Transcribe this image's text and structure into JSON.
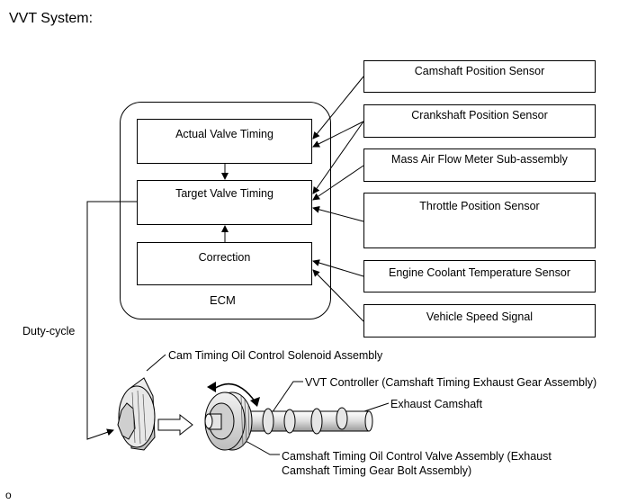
{
  "title": "VVT System:",
  "ecm": {
    "label": "ECM",
    "blocks": {
      "actual": "Actual Valve Timing",
      "target": "Target Valve Timing",
      "correction": "Correction"
    }
  },
  "sensors": {
    "camshaft_position": "Camshaft Position Sensor",
    "crankshaft_position": "Crankshaft Position Sensor",
    "maf": "Mass Air Flow Meter Sub-assembly",
    "throttle_position": "Throttle Position Sensor",
    "coolant_temp": "Engine Coolant Temperature Sensor",
    "vehicle_speed": "Vehicle Speed Signal"
  },
  "duty_cycle": "Duty-cycle",
  "components": {
    "solenoid": "Cam Timing Oil Control Solenoid Assembly",
    "vvt_controller": "VVT Controller (Camshaft Timing Exhaust Gear Assembly)",
    "exhaust_camshaft": "Exhaust Camshaft",
    "ocv_line1": "Camshaft Timing Oil Control Valve Assembly (Exhaust",
    "ocv_line2": "Camshaft Timing Gear Bolt Assembly)"
  },
  "figure_code": "o"
}
